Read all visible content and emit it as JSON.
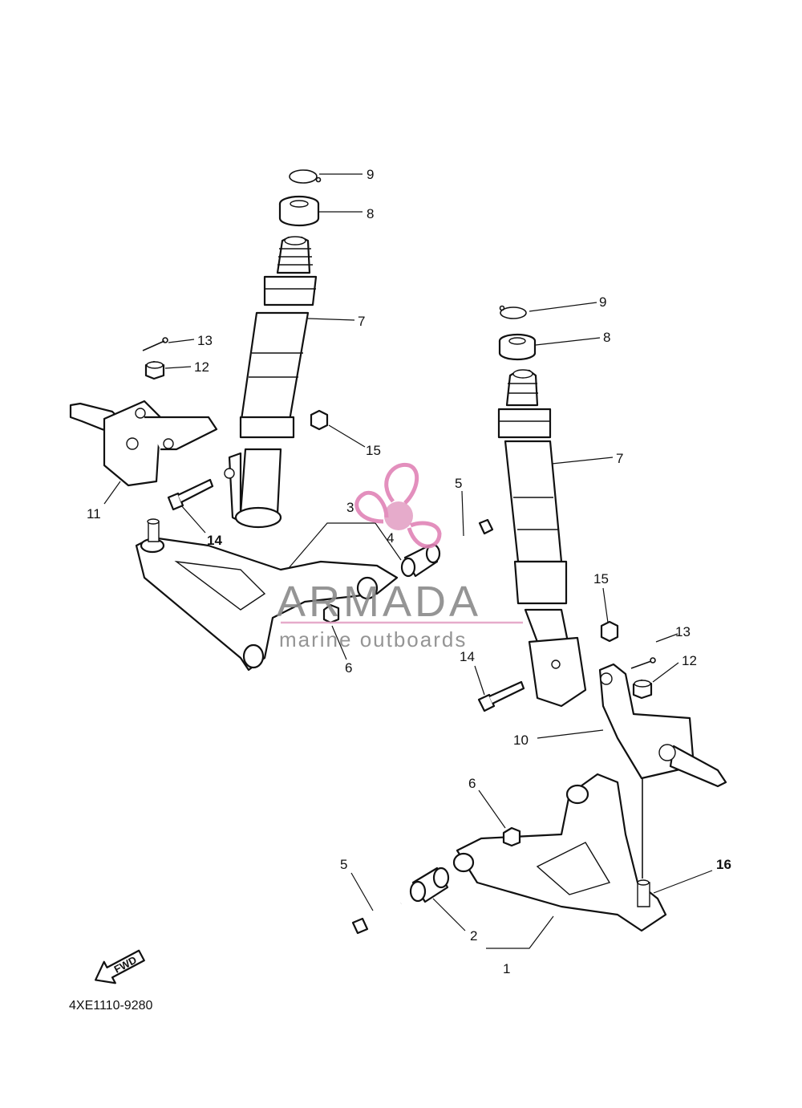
{
  "diagram": {
    "drawing_code": "4XE1110-9280",
    "direction_arrow_label": "FWD",
    "watermark": {
      "brand": "ARMADA",
      "tagline": "marine outboards",
      "colors": {
        "logo_pink": "#e4a3c6",
        "logo_pink_dark": "#e083b6",
        "text_gray": "#8a8a8a"
      }
    },
    "callouts": [
      {
        "id": "c9a",
        "label": "9"
      },
      {
        "id": "c8a",
        "label": "8"
      },
      {
        "id": "c7a",
        "label": "7"
      },
      {
        "id": "c13a",
        "label": "13"
      },
      {
        "id": "c12a",
        "label": "12"
      },
      {
        "id": "c15a",
        "label": "15"
      },
      {
        "id": "c11",
        "label": "11"
      },
      {
        "id": "c14a",
        "label": "14"
      },
      {
        "id": "c3",
        "label": "3"
      },
      {
        "id": "c4",
        "label": "4"
      },
      {
        "id": "c5a",
        "label": "5"
      },
      {
        "id": "c6a",
        "label": "6"
      },
      {
        "id": "c9b",
        "label": "9"
      },
      {
        "id": "c8b",
        "label": "8"
      },
      {
        "id": "c7b",
        "label": "7"
      },
      {
        "id": "c15b",
        "label": "15"
      },
      {
        "id": "c13b",
        "label": "13"
      },
      {
        "id": "c12b",
        "label": "12"
      },
      {
        "id": "c14b",
        "label": "14"
      },
      {
        "id": "c10",
        "label": "10"
      },
      {
        "id": "c6b",
        "label": "6"
      },
      {
        "id": "c5b",
        "label": "5"
      },
      {
        "id": "c16",
        "label": "16"
      },
      {
        "id": "c2",
        "label": "2"
      },
      {
        "id": "c1",
        "label": "1"
      }
    ]
  }
}
